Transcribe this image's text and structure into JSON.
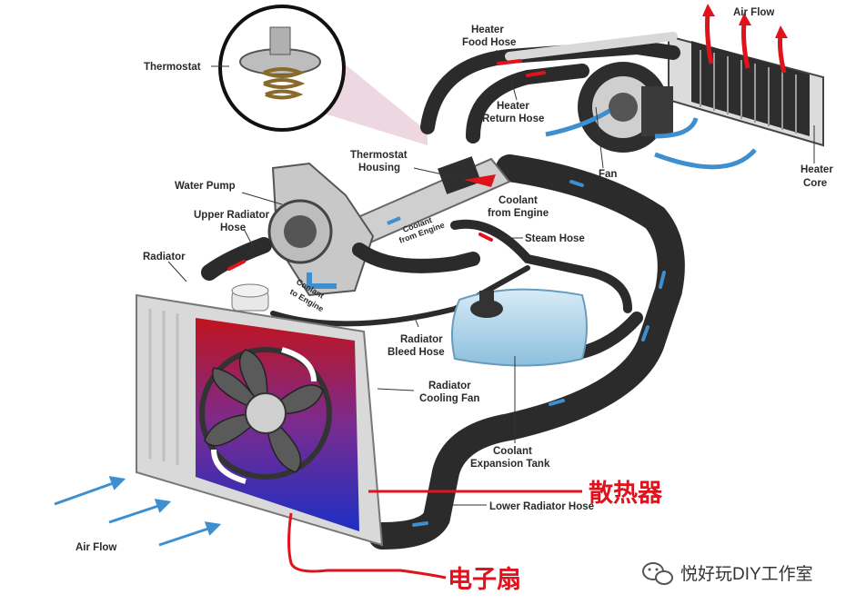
{
  "labels": {
    "thermostat": "Thermostat",
    "heater_food_hose": [
      "Heater",
      "Food Hose"
    ],
    "air_flow_top": "Air Flow",
    "heater_return_hose": [
      "Heater",
      "Return Hose"
    ],
    "thermostat_housing": [
      "Thermostat",
      "Housing"
    ],
    "fan": "Fan",
    "heater_core": [
      "Heater",
      "Core"
    ],
    "water_pump": "Water Pump",
    "upper_radiator_hose": [
      "Upper Radiator",
      "Hose"
    ],
    "coolant_from_engine_1": [
      "Coolant",
      "from Engine"
    ],
    "coolant_from_engine_2": [
      "Coolant",
      "from Engine"
    ],
    "steam_hose": "Steam Hose",
    "radiator": "Radiator",
    "coolant_to_engine": [
      "Coolant",
      "to Engine"
    ],
    "radiator_bleed_hose": [
      "Radiator",
      "Bleed Hose"
    ],
    "radiator_cooling_fan": [
      "Radiator",
      "Cooling Fan"
    ],
    "coolant_expansion_tank": [
      "Coolant",
      "Expansion Tank"
    ],
    "lower_radiator_hose": "Lower Radiator Hose",
    "air_flow_bottom": "Air Flow"
  },
  "annotations": {
    "radiator_cn": "散热器",
    "fan_cn": "电子扇"
  },
  "watermark": "悦好玩DIY工作室",
  "colors": {
    "hose": "#2b2b2b",
    "coolant_arrow": "#3d8fd0",
    "hot_arrow": "#e0121c",
    "radiator_frame": "#d9d9d9",
    "tank": "#a9cfe6",
    "annotation": "#e0121c"
  }
}
